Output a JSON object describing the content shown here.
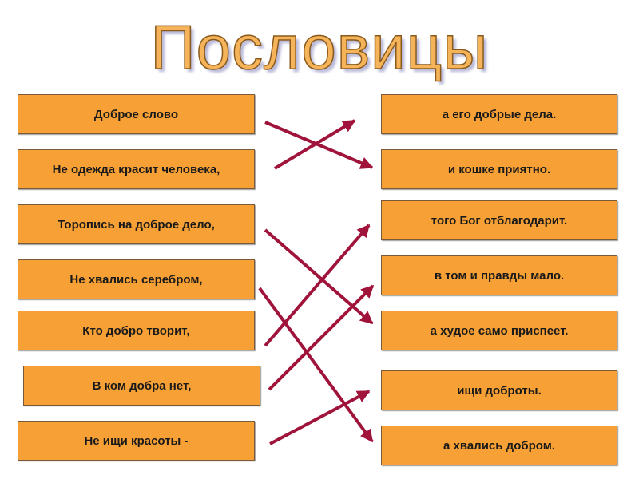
{
  "title": "Пословицы",
  "left": [
    "Доброе слово",
    "Не одежда красит человека,",
    "Торопись на доброе дело,",
    "Не хвались серебром,",
    "Кто добро творит,",
    "В ком добра нет,",
    "Не ищи красоты -"
  ],
  "right": [
    "а его добрые дела.",
    "и кошке приятно.",
    "того Бог отблагодарит.",
    "в том и правды мало.",
    "а худое само приспеет.",
    "ищи доброты.",
    "а хвались добром."
  ],
  "matches": [
    [
      0,
      1
    ],
    [
      1,
      0
    ],
    [
      2,
      4
    ],
    [
      4,
      2
    ],
    [
      3,
      6
    ],
    [
      5,
      3
    ],
    [
      6,
      5
    ]
  ],
  "colors": {
    "box": "#f7a035",
    "arrow": "#a0143c"
  }
}
